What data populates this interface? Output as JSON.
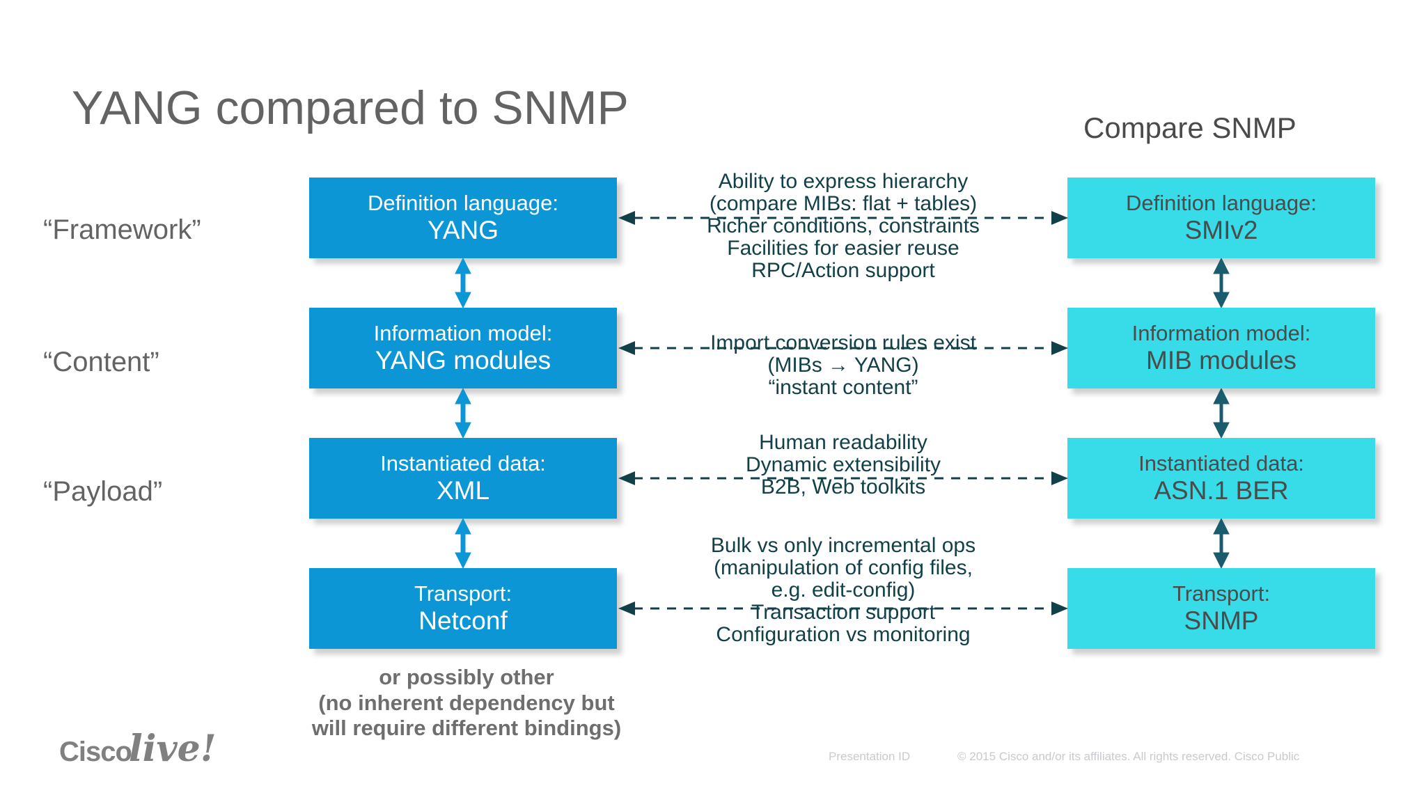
{
  "slide": {
    "title": "YANG compared to SNMP",
    "compare_heading": "Compare SNMP",
    "row_labels": [
      {
        "id": "framework",
        "text": "“Framework”"
      },
      {
        "id": "content",
        "text": "“Content”"
      },
      {
        "id": "payload",
        "text": "“Payload”"
      }
    ],
    "left_column": {
      "accent_color": "#0d96d5",
      "text_color": "#ffffff",
      "boxes": [
        {
          "id": "yang-definition-language",
          "line1": "Definition language:",
          "line2": "YANG"
        },
        {
          "id": "yang-information-model",
          "line1": "Information model:",
          "line2": "YANG modules"
        },
        {
          "id": "yang-instantiated-data",
          "line1": "Instantiated data:",
          "line2": "XML"
        },
        {
          "id": "yang-transport",
          "line1": "Transport:",
          "line2": "Netconf"
        }
      ]
    },
    "right_column": {
      "accent_color": "#38dbe8",
      "text_color": "#4b4b4b",
      "boxes": [
        {
          "id": "snmp-definition-language",
          "line1": "Definition language:",
          "line2": "SMIv2"
        },
        {
          "id": "snmp-information-model",
          "line1": "Information model:",
          "line2": "MIB modules"
        },
        {
          "id": "snmp-instantiated-data",
          "line1": "Instantiated data:",
          "line2": "ASN.1 BER"
        },
        {
          "id": "snmp-transport",
          "line1": "Transport:",
          "line2": "SNMP"
        }
      ]
    },
    "comparison_notes": [
      {
        "id": "framework-note",
        "lines": [
          "Ability to express hierarchy",
          "(compare MIBs: flat + tables)",
          "Richer conditions, constraints",
          "Facilities for easier reuse",
          "RPC/Action support"
        ]
      },
      {
        "id": "content-note",
        "lines": [
          "Import conversion rules exist",
          "(MIBs → YANG)",
          "“instant content”"
        ]
      },
      {
        "id": "payload-note",
        "lines": [
          "Human readability",
          "Dynamic extensibility",
          "B2B, Web toolkits"
        ]
      },
      {
        "id": "transport-note",
        "lines": [
          "Bulk vs only incremental ops",
          "(manipulation of config files,",
          "e.g. edit-config)",
          "Transaction support",
          "Configuration vs monitoring"
        ]
      }
    ],
    "bottom_note": {
      "lines": [
        "or possibly other",
        "(no inherent dependency but",
        "will require different bindings)"
      ]
    },
    "logo": {
      "word1": "Cisco",
      "word2": "live!"
    },
    "footer": {
      "presentation_id": "Presentation ID",
      "copyright": "© 2015  Cisco and/or its affiliates. All rights reserved.   Cisco Public"
    },
    "arrow_colors": {
      "left_vertical": "#0d96d5",
      "right_vertical": "#1a5c6e",
      "horizontal": "#124048"
    }
  }
}
